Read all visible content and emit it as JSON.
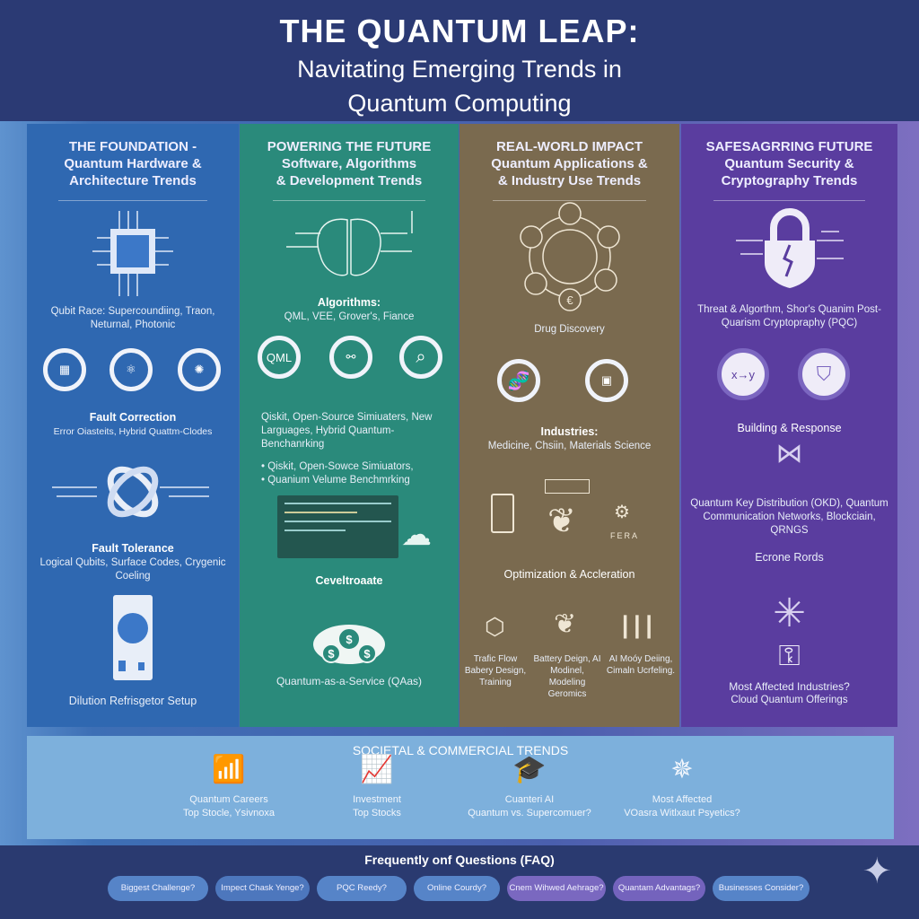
{
  "header": {
    "title": "THE QUANTUM LEAP:",
    "subtitle_line1": "Navitating Emerging Trends in",
    "subtitle_line2": "Quantum Computing"
  },
  "columns": [
    {
      "heading": [
        "THE FOUNDATION -",
        "Quantum Hardware &",
        "Architecture Trends"
      ],
      "qubit_race": "Qubit Race: Supercoundiing, Traon, Neturnal, Photonic",
      "fault_correction_title": "Fault Correction",
      "fault_correction_text": "Error Oiasteits, Hybrid Quattm-Clodes",
      "fault_tolerance_title": "Fault Tolerance",
      "fault_tolerance_text": "Logical Qubits, Surface Codes, Crygenic Coeling",
      "refrigerator": "Dilution Refrisgetor Setup"
    },
    {
      "heading": [
        "POWERING THE FUTURE",
        "Software, Algorithms",
        "& Development Trends"
      ],
      "algorithms_title": "Algorithms:",
      "algorithms_text": "QML, VEE, Grover's, Fiance",
      "qml_badge": "QML",
      "tools_text": "Qiskit, Open-Source Simiuaters, New Larguages, Hybrid Quantum-Benchanrking",
      "bullets": [
        "Qiskit, Open-Sowce Simiuators,",
        "Quanium Velume Benchmrking"
      ],
      "develop_label": "Ceveltroaate",
      "qaas": "Quantum-as-a-Service (QAas)"
    },
    {
      "heading": [
        "REAL-WORLD IMPACT",
        "Quantum Applications &",
        "& Industry Use Trends"
      ],
      "drug": "Drug Discovery",
      "industries_title": "Industries:",
      "industries_text": "Medicine, Chsiin, Materials Science",
      "fera": "FERA",
      "optimization": "Optimization & Accleration",
      "uses": [
        "Trafic Flow Babery Design, Training",
        "Battery Deign, AI Modinel, Modeling Geromics",
        "AI Moóy Deiing, Cimaln Ucrfeling."
      ]
    },
    {
      "heading": [
        "SAFESAGRRING FUTURE",
        "Quantum Security &",
        "Cryptography Trends"
      ],
      "threat": "Threat & Algorthm, Shor's Quanim Post-Quarism Cryptopraphy (PQC)",
      "building": "Building & Response",
      "qkd": "Quantum Key Distribution (OKD), Quantum Communication Networks, Blockciain, QRNGS",
      "ecrone": "Ecrone Rords",
      "affected": "Most Affected Industries?",
      "cloud": "Cloud Quantum Offerings"
    }
  ],
  "societal": {
    "title": "SOCIETAL & COMMERCIAL TRENDS",
    "items": [
      {
        "l1": "Quantum Careers",
        "l2": "Top Stocle, Ysivnoxa"
      },
      {
        "l1": "Investment",
        "l2": "Top Stocks"
      },
      {
        "l1": "Cuanteri AI",
        "l2": "Quantum vs. Supercomuer?"
      },
      {
        "l1": "Most Affected",
        "l2": "VOasra Witlxaut Psyetics?"
      }
    ]
  },
  "faq": {
    "title": "Frequently onf Questions (FAQ)",
    "items": [
      "Biggest Challenge?",
      "Impect Chask Yenge?",
      "PQC Reedy?",
      "Online Courdy?",
      "Cnem Wihwed Aehrage?",
      "Quantam Advantags?",
      "Businesses Consider?"
    ]
  },
  "colors": {
    "header": "#2b3a74",
    "hardware": "#2f68b1",
    "software": "#2a8a7b",
    "impact": "#7a6a4f",
    "security": "#5a3d9f",
    "societal": "#7db0dc",
    "faq": "#2a3a70"
  }
}
